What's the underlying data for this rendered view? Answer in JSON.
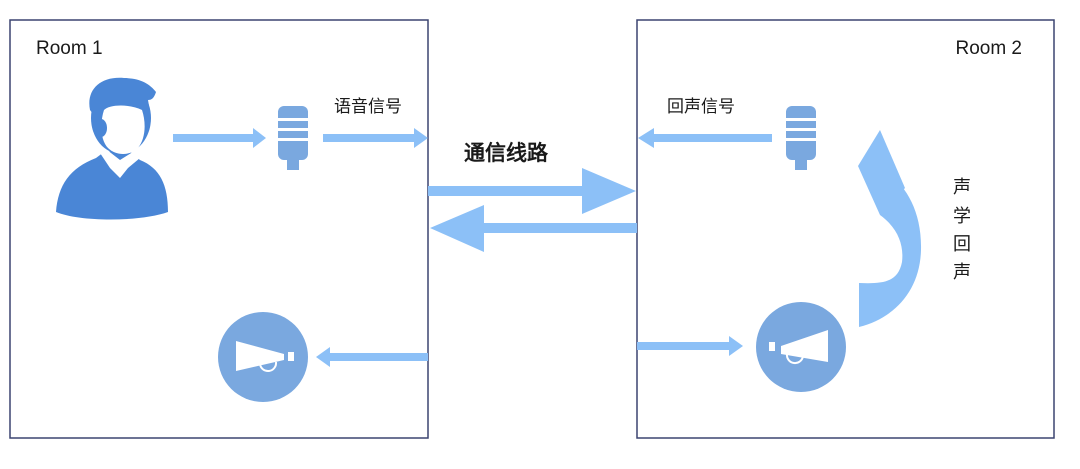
{
  "colors": {
    "room_border": "#3b4470",
    "arrow": "#8cc0f7",
    "icon": "#4a86d6",
    "speaker": "#7aa8df",
    "text": "#1a1a1a"
  },
  "rooms": [
    {
      "label": "Room 1"
    },
    {
      "label": "Room 2"
    }
  ],
  "labels": {
    "voice_signal": "语音信号",
    "echo_signal": "回声信号",
    "channel": "通信线路",
    "acoustic_echo": [
      "声",
      "学",
      "回",
      "声"
    ]
  },
  "icons": {
    "person": "person-icon",
    "microphone": "microphone-icon",
    "speaker": "megaphone-icon"
  }
}
